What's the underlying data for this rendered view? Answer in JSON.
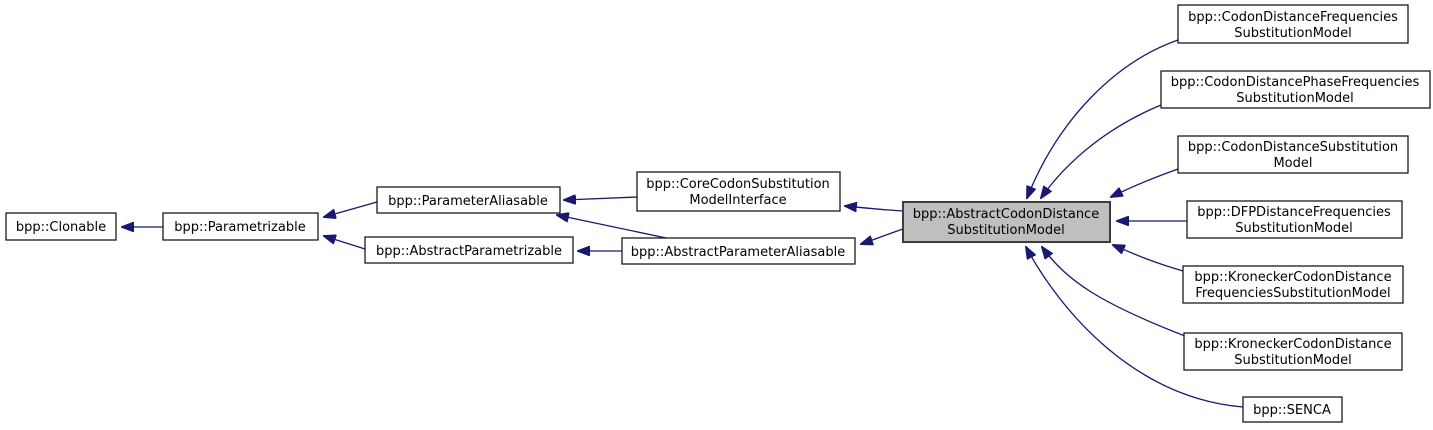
{
  "diagram": {
    "kind": "class-inheritance-graph",
    "colors": {
      "arrow": "#191970",
      "node_border": "#000000",
      "node_fill": "#ffffff",
      "focal_node_fill": "#bfbfbf",
      "background": "#ffffff",
      "text": "#000000"
    },
    "nodes": {
      "clonable": {
        "label": "bpp::Clonable"
      },
      "parametrizable": {
        "label": "bpp::Parametrizable"
      },
      "parameter_aliasable": {
        "label": "bpp::ParameterAliasable"
      },
      "abstract_parametrizable": {
        "label": "bpp::AbstractParametrizable"
      },
      "core_codon_substitution_model_interface": {
        "line1": "bpp::CoreCodonSubstitution",
        "line2": "ModelInterface"
      },
      "abstract_parameter_aliasable": {
        "label": "bpp::AbstractParameterAliasable"
      },
      "abstract_codon_distance_substitution_model": {
        "line1": "bpp::AbstractCodonDistance",
        "line2": "SubstitutionModel"
      },
      "codon_distance_frequencies_substitution_model": {
        "line1": "bpp::CodonDistanceFrequencies",
        "line2": "SubstitutionModel"
      },
      "codon_distance_phase_frequencies_substitution_model": {
        "line1": "bpp::CodonDistancePhaseFrequencies",
        "line2": "SubstitutionModel"
      },
      "codon_distance_substitution_model": {
        "line1": "bpp::CodonDistanceSubstitution",
        "line2": "Model"
      },
      "dfp_distance_frequencies_substitution_model": {
        "line1": "bpp::DFPDistanceFrequencies",
        "line2": "SubstitutionModel"
      },
      "kronecker_codon_distance_frequencies_substitution_model": {
        "line1": "bpp::KroneckerCodonDistance",
        "line2": "FrequenciesSubstitutionModel"
      },
      "kronecker_codon_distance_substitution_model": {
        "line1": "bpp::KroneckerCodonDistance",
        "line2": "SubstitutionModel"
      },
      "senca": {
        "label": "bpp::SENCA"
      }
    },
    "edges": [
      {
        "from": "parametrizable",
        "to": "clonable"
      },
      {
        "from": "parameter_aliasable",
        "to": "parametrizable"
      },
      {
        "from": "abstract_parametrizable",
        "to": "parametrizable"
      },
      {
        "from": "core_codon_substitution_model_interface",
        "to": "parameter_aliasable"
      },
      {
        "from": "abstract_parameter_aliasable",
        "to": "parameter_aliasable"
      },
      {
        "from": "abstract_parameter_aliasable",
        "to": "abstract_parametrizable"
      },
      {
        "from": "abstract_codon_distance_substitution_model",
        "to": "core_codon_substitution_model_interface"
      },
      {
        "from": "abstract_codon_distance_substitution_model",
        "to": "abstract_parameter_aliasable"
      },
      {
        "from": "codon_distance_frequencies_substitution_model",
        "to": "abstract_codon_distance_substitution_model"
      },
      {
        "from": "codon_distance_phase_frequencies_substitution_model",
        "to": "abstract_codon_distance_substitution_model"
      },
      {
        "from": "codon_distance_substitution_model",
        "to": "abstract_codon_distance_substitution_model"
      },
      {
        "from": "dfp_distance_frequencies_substitution_model",
        "to": "abstract_codon_distance_substitution_model"
      },
      {
        "from": "kronecker_codon_distance_frequencies_substitution_model",
        "to": "abstract_codon_distance_substitution_model"
      },
      {
        "from": "kronecker_codon_distance_substitution_model",
        "to": "abstract_codon_distance_substitution_model"
      },
      {
        "from": "senca",
        "to": "abstract_codon_distance_substitution_model"
      }
    ]
  }
}
